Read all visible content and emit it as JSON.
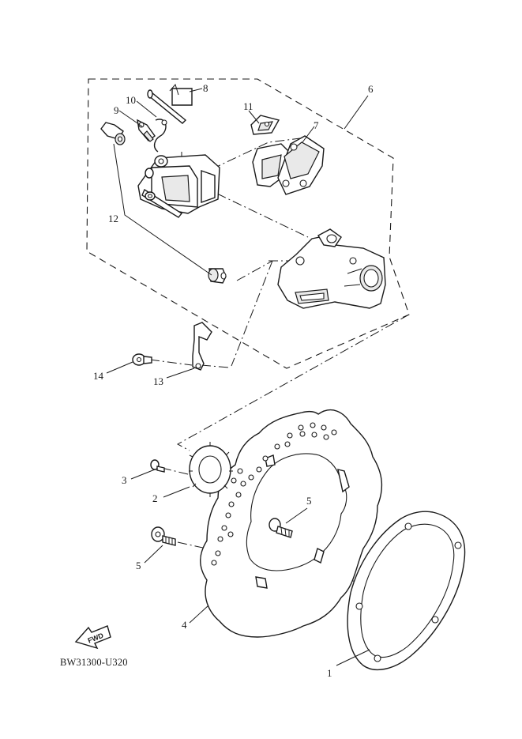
{
  "diagram": {
    "reference_code": "BW31300-U320",
    "fwd_label": "FWD",
    "callouts": {
      "c1": "1",
      "c2": "2",
      "c3": "3",
      "c4": "4",
      "c5a": "5",
      "c5b": "5",
      "c6": "6",
      "c7": "7",
      "c8": "8",
      "c9": "9",
      "c10": "10",
      "c11": "11",
      "c12": "12",
      "c13": "13",
      "c14": "14"
    }
  }
}
